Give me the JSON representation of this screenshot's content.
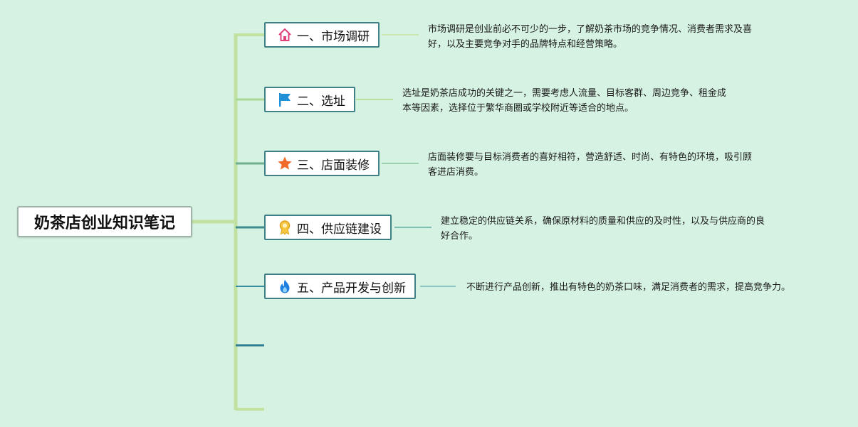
{
  "root": {
    "title": "奶茶店创业知识笔记"
  },
  "branches": [
    {
      "label": "一、市场调研",
      "icon": "house-icon",
      "note": [
        "市场调研是创业前必不可少的一步，了解奶茶市场的竞争情况、消费者需求及喜",
        "好，以及主要竞争对手的品牌特点和经营策略。"
      ]
    },
    {
      "label": "二、选址",
      "icon": "flag-icon",
      "note": [
        "选址是奶茶店成功的关键之一，需要考虑人流量、目标客群、周边竞争、租金成",
        "本等因素，选择位于繁华商圈或学校附近等适合的地点。"
      ]
    },
    {
      "label": "三、店面装修",
      "icon": "star-icon",
      "note": [
        "店面装修要与目标消费者的喜好相符，营造舒适、时尚、有特色的环境，吸引顾",
        "客进店消费。"
      ]
    },
    {
      "label": "四、供应链建设",
      "icon": "medal-icon",
      "note": [
        "建立稳定的供应链关系，确保原材料的质量和供应的及时性，以及与供应商的良",
        "好合作。"
      ]
    },
    {
      "label": "五、产品开发与创新",
      "icon": "flame-icon",
      "note": [
        "不断进行产品创新，推出有特色的奶茶口味，满足消费者的需求，提高竞争力。"
      ]
    }
  ],
  "colors": {
    "background": "#d6f2e3",
    "trunk": "#c1e1a0",
    "node_border": "#3f7f86"
  }
}
